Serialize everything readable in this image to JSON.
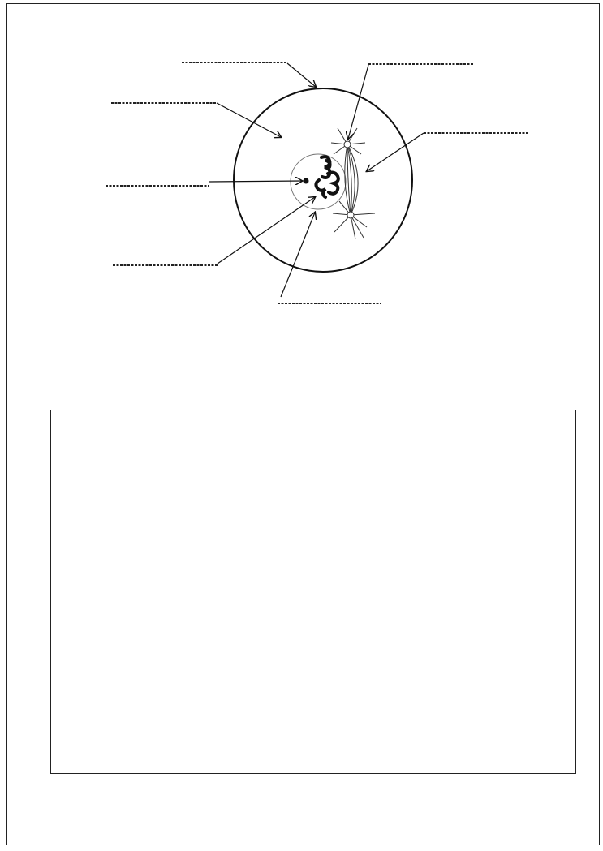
{
  "diagram": {
    "label_blanks": [
      {
        "id": "cell-membrane-blank",
        "text": "-------------------"
      },
      {
        "id": "cytoplasm-blank",
        "text": "-------------------"
      },
      {
        "id": "nucleolus-blank",
        "text": "-------------------"
      },
      {
        "id": "chromatin-blank",
        "text": "-------------------"
      },
      {
        "id": "nuclear-envelope-blank",
        "text": "-------------------"
      },
      {
        "id": "centrosome-blank",
        "text": "-------------------"
      },
      {
        "id": "spindle-fibers-blank",
        "text": "-------------------"
      }
    ]
  },
  "answer_box": {
    "content": ""
  }
}
